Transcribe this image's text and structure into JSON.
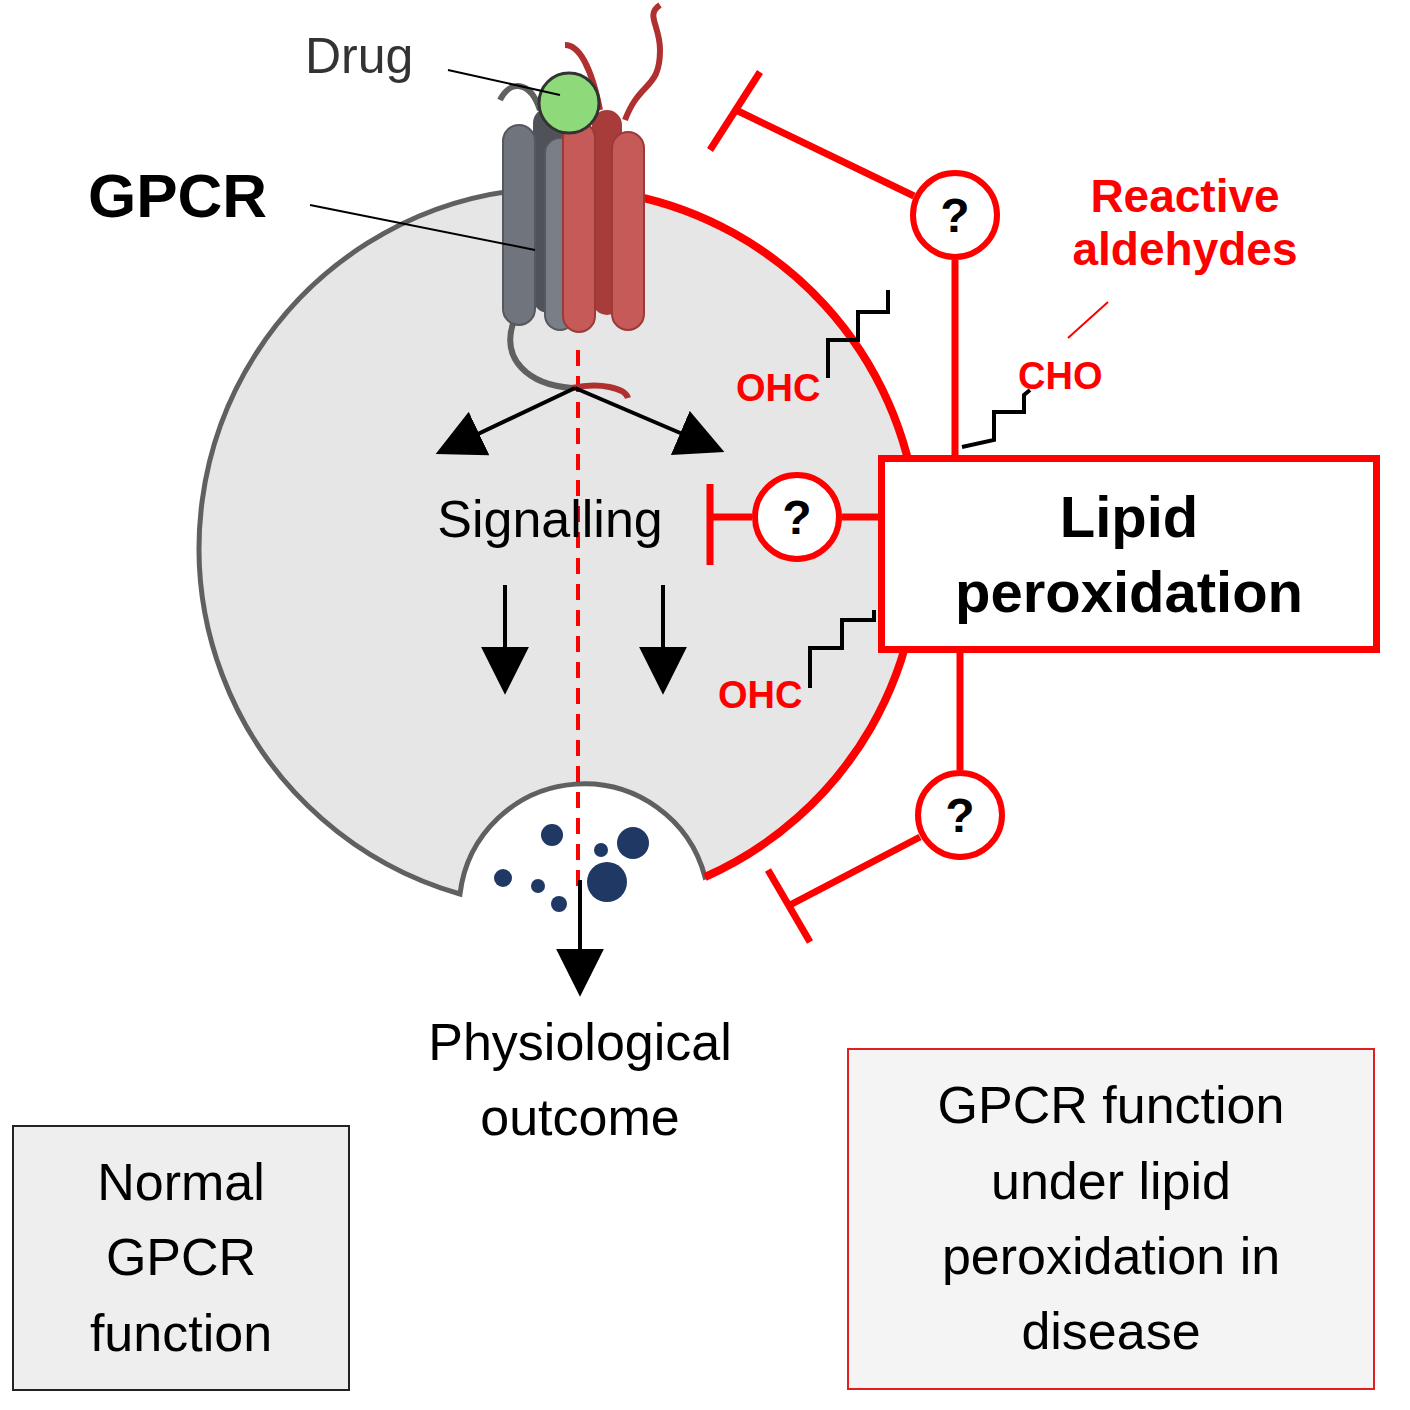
{
  "diagram": {
    "nodes": [
      {
        "text": [
          "?"
        ]
      },
      {
        "text": [
          "?"
        ]
      },
      {
        "text": [
          "?"
        ]
      },
      {
        "text": [
          "Lipid peroxidation"
        ]
      },
      {
        "text": [
          "Normal GPCR function"
        ]
      },
      {
        "text": [
          "GPCR function under lipid peroxidation in disease"
        ]
      }
    ],
    "edges": [
      {
        "from": 3,
        "to": 0,
        "arrow": "none"
      },
      {
        "from": 3,
        "to": 1,
        "arrow": "none"
      },
      {
        "from": 3,
        "to": 2,
        "arrow": "none"
      }
    ],
    "labels": [
      "Drug",
      "GPCR",
      "Reactive aldehydes",
      "CHO",
      "OHC",
      "OHC",
      "Signalling",
      "Physiological outcome"
    ]
  }
}
